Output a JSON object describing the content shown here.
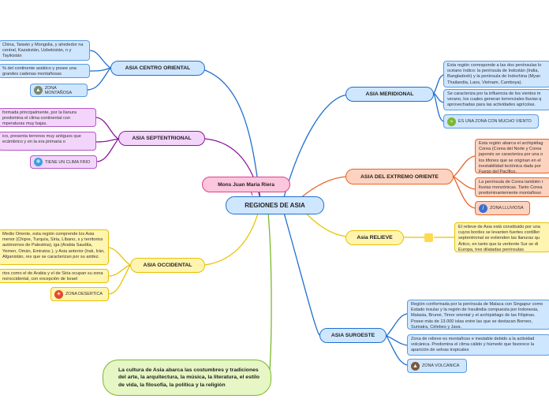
{
  "center": "REGIONES DE ASIA",
  "author": "Mons Juan Maria Riera",
  "footer_note": "La cultura de Asia abarca las costumbres y tradiciones del arte, la arquitectura, la música, la literatura, el estilo de vida, la filosofía, la política y la religión",
  "left": {
    "centro_oriental": {
      "title": "ASIA CENTRO ORIENTAL",
      "t1": "China, Taiwán y Mongolia, y alrededor na central, Kazakstán, Uzbekistán, n y Tayikistán",
      "t2": "% del continente asiático y posee una grandes cadenas montañosas",
      "tag": "ZONA MONTAÑOSA"
    },
    "septentrional": {
      "title": "ASIA SEPTENTRIONAL",
      "t1": "formada principalmente, por la llanura predomina el clima continental con mperaturas muy bajas.",
      "t2": "ico, presenta terrenos muy antiguos que ecámbrico y en la era primaria o",
      "tag": "TIENE UN CLIMA FRIO"
    },
    "occidental": {
      "title": "ASIA OCCIDENTAL",
      "t1": "Medio Oriente, esta región comprende los Asia menor (Chipre, Turquía, Siria, Líbano, s y territorios autónomos de Palestina), iga (Arabia Saudita, Yemen, Omán, Emiratos ), y Asia anterior (Irak, Irán, Afganistán, res que se caracterizan por su aridez.",
      "t2": "rtos como el de Arabia y el de Siria ocupan su zona noroccidental, con excepción de Israel",
      "tag": "ZONA DESERTICA"
    }
  },
  "right": {
    "meridional": {
      "title": "ASIA MERIDIONAL",
      "t1": "Esta región corresponde a las dos penínsulas lo océano índico: la península de Indostán (India, Bangladesh) y la península de Indochina (Myan Thailandia, Laos, Vietnam, Camboya).",
      "t2": "Se caracteriza por la influencia de los vientos m verano, los cuales generan torrenciales lluvias q aprovechadas para las actividades agrícolas.",
      "tag": "ES UNA ZONA CON MUCHO VIENTO"
    },
    "extremo": {
      "title": "ASIA DEL EXTREMO ORIENTE",
      "t1": "Esta región abarca el archipiélag Corea (Corea del Norte y Corea japonés se caracteriza por una o los tifones que se originan en el inestabilidad tectónica dada por Fuego del Pacífico.",
      "t2": "La península de Corea también r lluvias monzónicas. Tanto Corea predominantemente montañoso",
      "tag": "ZONA LLUVIOSA"
    },
    "relieve": {
      "title": "Asia RELIEVE",
      "t1": "El relieve de Asia está constituido por una cuyos bordes se levanten fuertes cordiller septentrional se extienden las llanuras qu Ártico, en tanto que la vertiente Sur se di Europa, tres dilatadas penínsulas"
    },
    "suroeste": {
      "title": "ASIA SUROESTE",
      "t1": "Región conformada por la península de Malaca con Singapur como Estado insular y la región de Insulindia compuesta por Indonesia, Malasia, Brunei, Timor oriental y el archipiélago de las Filipinas. Posee más de 13.000 islas entre las que se destacan Borneo, Sumatra, Célebes y Java.",
      "t2": "Zona de relieve es montañoso e inestable debido a la actividad volcánica. Predomina el clima cálido y húmedo que favorece la aparición de selvas tropicales",
      "tag": "ZONA VOLCANICA"
    }
  },
  "colors": {
    "blue": "#1f6fcf",
    "blue_fill": "#cfe6ff",
    "purple": "#8a1a9a",
    "purple_fill": "#f3d4fb",
    "yellow": "#e8c200",
    "yellow_fill": "#fff4b0",
    "orange": "#e8632a",
    "orange_fill": "#fdd2bf",
    "pink": "#e0408a",
    "pink_fill": "#fbc6de",
    "green": "#7ab82c",
    "green_fill": "#e6f6c4"
  },
  "icons": {
    "mountain": "mountain-icon",
    "cold": "cold-icon",
    "desert": "desert-icon",
    "wind": "wind-icon",
    "rain": "rain-icon",
    "volcano": "volcano-icon"
  }
}
